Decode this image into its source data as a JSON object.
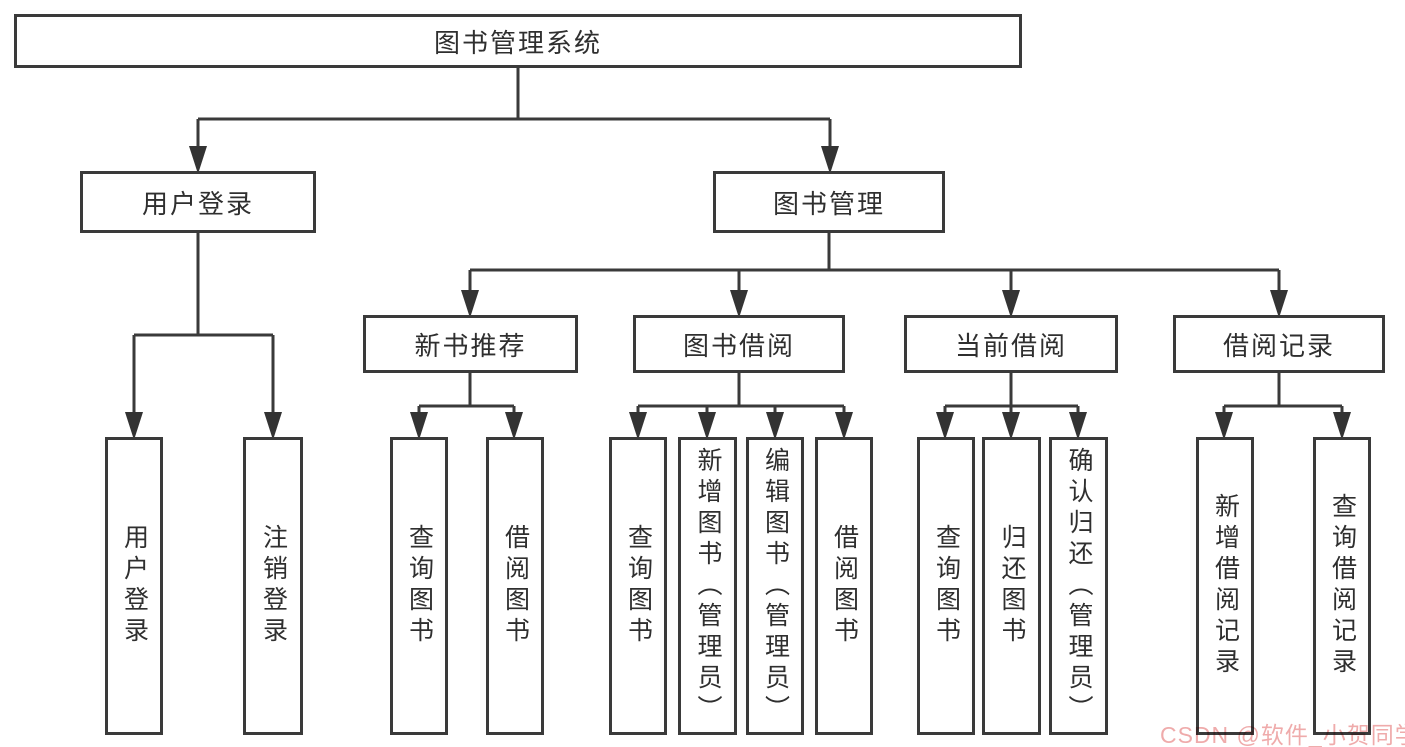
{
  "tree": {
    "label": "图书管理系统",
    "children": [
      {
        "label": "用户登录",
        "children": [
          {
            "label": "用户登录"
          },
          {
            "label": "注销登录"
          }
        ]
      },
      {
        "label": "图书管理",
        "children": [
          {
            "label": "新书推荐",
            "children": [
              {
                "label": "查询图书"
              },
              {
                "label": "借阅图书"
              }
            ]
          },
          {
            "label": "图书借阅",
            "children": [
              {
                "label": "查询图书"
              },
              {
                "label": "新增图书（管理员）"
              },
              {
                "label": "编辑图书（管理员）"
              },
              {
                "label": "借阅图书"
              }
            ]
          },
          {
            "label": "当前借阅",
            "children": [
              {
                "label": "查询图书"
              },
              {
                "label": "归还图书"
              },
              {
                "label": "确认归还（管理员）"
              }
            ]
          },
          {
            "label": "借阅记录",
            "children": [
              {
                "label": "新增借阅记录"
              },
              {
                "label": "查询借阅记录"
              }
            ]
          }
        ]
      }
    ]
  },
  "watermark": "CSDN @软件_小贺同学",
  "colors": {
    "line": "#3a3a3a",
    "text": "#2f2f2f",
    "watermark": "#efabab",
    "background": "#ffffff"
  }
}
